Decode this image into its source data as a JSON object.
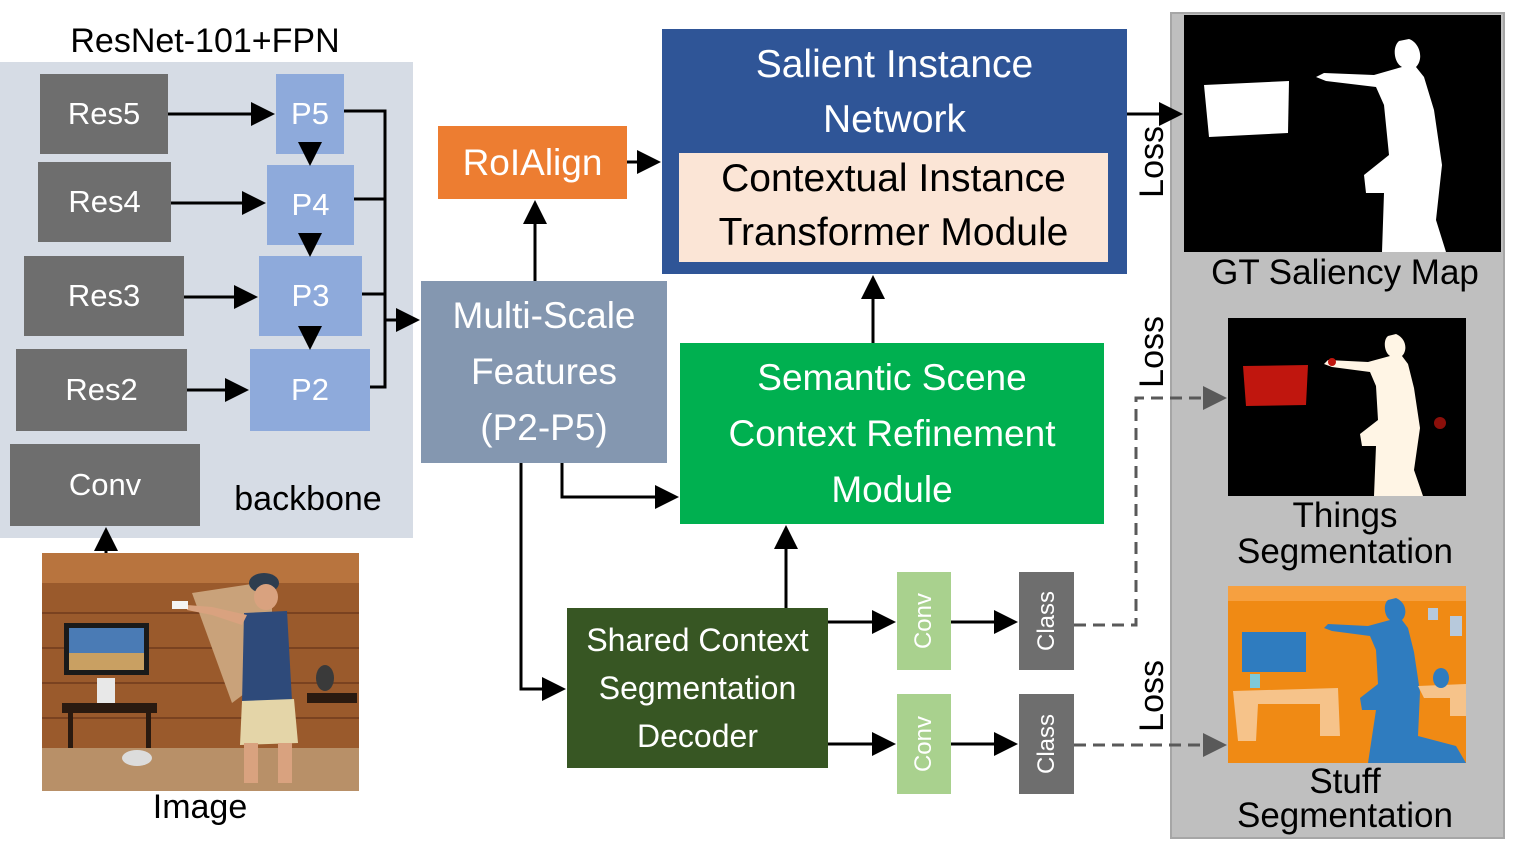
{
  "backbone": {
    "title": "ResNet-101+FPN",
    "res_blocks": [
      "Res5",
      "Res4",
      "Res3",
      "Res2"
    ],
    "fpn_levels": [
      "P5",
      "P4",
      "P3",
      "P2"
    ],
    "conv": "Conv",
    "label": "backbone"
  },
  "input": {
    "label": "Image"
  },
  "multiscale": {
    "line1": "Multi-Scale",
    "line2": "Features",
    "line3": "(P2-P5)"
  },
  "roialign": {
    "label": "RoIAlign"
  },
  "sin": {
    "line1": "Salient Instance",
    "line2": "Network",
    "cit_line1": "Contextual Instance",
    "cit_line2": "Transformer Module"
  },
  "sscr": {
    "line1": "Semantic Scene",
    "line2": "Context Refinement",
    "line3": "Module"
  },
  "decoder": {
    "line1": "Shared Context",
    "line2": "Segmentation",
    "line3": "Decoder"
  },
  "heads": {
    "conv": "Conv",
    "class": "Class"
  },
  "loss": "Loss",
  "outputs": {
    "gt": "GT Saliency Map",
    "things_line1": "Things",
    "things_line2": "Segmentation",
    "stuff_line1": "Stuff",
    "stuff_line2": "Segmentation"
  },
  "colors": {
    "backbone_bg": "#d6dce5",
    "res_block": "#6e6e6e",
    "fpn_block": "#8eaadb",
    "multiscale": "#8497b0",
    "roialign": "#ed7d31",
    "sin": "#2f5597",
    "cit": "#fbe5d6",
    "sscr": "#00b050",
    "decoder": "#375623",
    "head_conv": "#a9d18e",
    "output_panel": "#bfbfbf"
  }
}
